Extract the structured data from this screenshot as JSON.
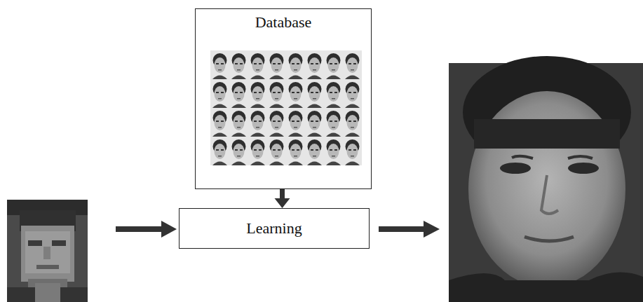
{
  "diagram": {
    "nodes": [
      {
        "text": [
          "Database"
        ]
      },
      {
        "text": [
          "Learning"
        ]
      }
    ],
    "edges": [
      {
        "from": 0,
        "to": 1,
        "arrow": "to"
      }
    ]
  }
}
